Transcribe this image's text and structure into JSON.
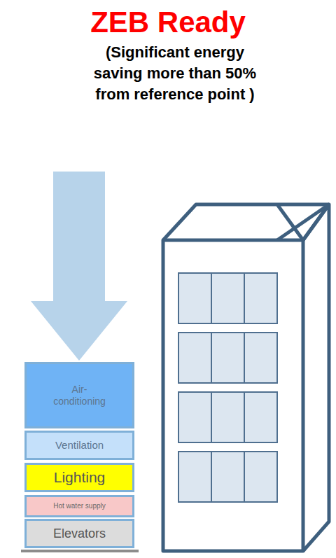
{
  "diagram": {
    "title": "ZEB Ready",
    "nodes": [
      {
        "text": [
          "Air-conditioning"
        ]
      },
      {
        "text": [
          "Ventilation"
        ]
      },
      {
        "text": [
          "Lighting"
        ]
      },
      {
        "text": [
          "Hot water supply"
        ]
      },
      {
        "text": [
          "Elevators"
        ]
      }
    ],
    "labels": [
      "(Significant energy saving more than 50% from reference point )"
    ]
  }
}
